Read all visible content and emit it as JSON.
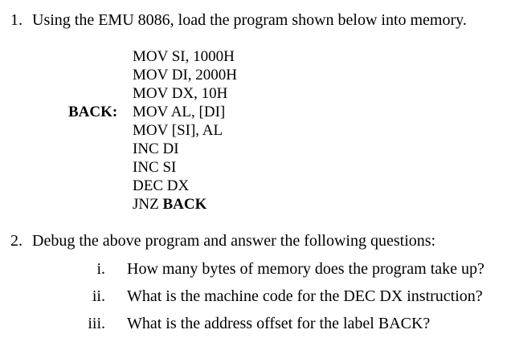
{
  "page": {
    "background_color": "#ffffff",
    "text_color": "#000000"
  },
  "item1": {
    "number": "1.",
    "text": "Using the EMU 8086, load the program shown below into memory."
  },
  "program": {
    "lines": [
      {
        "label": "",
        "text": "MOV SI, 1000H",
        "bold": ""
      },
      {
        "label": "",
        "text": "MOV DI, 2000H",
        "bold": ""
      },
      {
        "label": "",
        "text": "MOV DX, 10H",
        "bold": ""
      },
      {
        "label": "BACK:",
        "text": "MOV AL, [DI]",
        "bold": ""
      },
      {
        "label": "",
        "text": "MOV [SI], AL",
        "bold": ""
      },
      {
        "label": "",
        "text": "INC DI",
        "bold": ""
      },
      {
        "label": "",
        "text": "INC SI",
        "bold": ""
      },
      {
        "label": "",
        "text": "DEC DX",
        "bold": ""
      },
      {
        "label": "",
        "text": "JNZ ",
        "bold": "BACK"
      }
    ]
  },
  "item2": {
    "number": "2.",
    "text": "Debug the above program and answer the following questions:",
    "questions": [
      {
        "numeral": "i.",
        "text": "How many bytes of memory does the program take up?"
      },
      {
        "numeral": "ii.",
        "text": "What is the machine code for the DEC DX instruction?"
      },
      {
        "numeral": "iii.",
        "text": "What is the address offset for the label BACK?"
      }
    ]
  }
}
